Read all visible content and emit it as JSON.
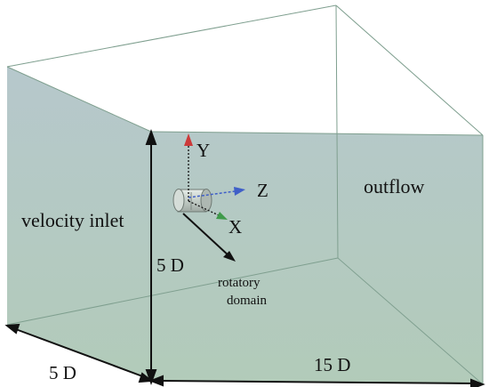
{
  "labels": {
    "velocity_inlet": "velocity inlet",
    "outflow": "outflow",
    "height": "5 D",
    "width": "5 D",
    "length": "15 D",
    "rotatory_line1": "rotatory",
    "rotatory_line2": "domain"
  },
  "axes": {
    "y": "Y",
    "z": "Z",
    "x": "X"
  },
  "colors": {
    "face_top": "#b6c8cc",
    "face_bottom": "#b2cbb9",
    "edge": "#7f9f8f",
    "dimension": "#111111",
    "y_axis": "#cc3a3a",
    "z_axis": "#3f5fc8",
    "x_axis": "#3e9a4a"
  }
}
